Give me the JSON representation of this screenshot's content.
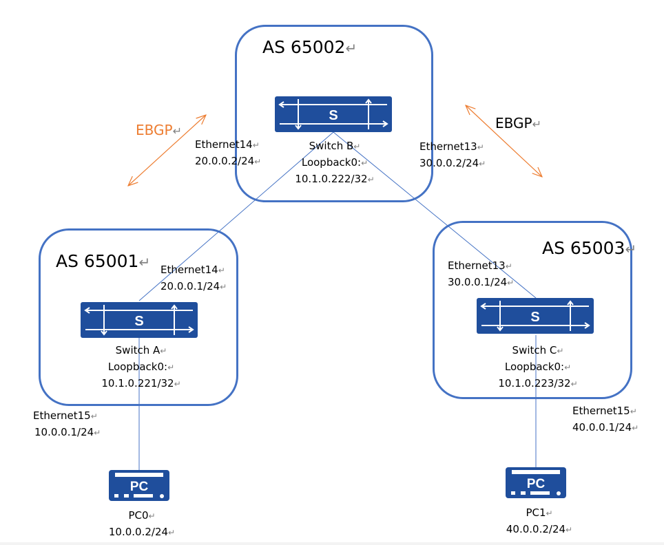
{
  "colors": {
    "as_border": "#4472c4",
    "device_fill": "#1f4e9c",
    "link_line": "#4472c4",
    "ebgp_arrow": "#ed7d31",
    "ebgp_label_left": "#ed7d31",
    "ebgp_label_right": "#000000",
    "paragraph_mark": "#808080"
  },
  "paragraph_mark": "↵",
  "autonomous_systems": [
    {
      "id": "as65002",
      "title": "AS 65002"
    },
    {
      "id": "as65001",
      "title": "AS 65001"
    },
    {
      "id": "as65003",
      "title": "AS 65003"
    }
  ],
  "switches": {
    "b": {
      "icon_letter": "S",
      "name": "Switch  B",
      "loopback_label": "Loopback0:",
      "loopback_ip": "10.1.0.222/32"
    },
    "a": {
      "icon_letter": "S",
      "name": "Switch  A",
      "loopback_label": "Loopback0:",
      "loopback_ip": "10.1.0.221/32"
    },
    "c": {
      "icon_letter": "S",
      "name": "Switch  C",
      "loopback_label": "Loopback0:",
      "loopback_ip": "10.1.0.223/32"
    }
  },
  "interfaces": {
    "b_eth14": {
      "name": "Ethernet14",
      "ip": "20.0.0.2/24"
    },
    "b_eth13": {
      "name": "Ethernet13",
      "ip": "30.0.0.2/24"
    },
    "a_eth14": {
      "name": "Ethernet14",
      "ip": "20.0.0.1/24"
    },
    "c_eth13": {
      "name": "Ethernet13",
      "ip": "30.0.0.1/24"
    },
    "a_eth15": {
      "name": "Ethernet15",
      "ip": "10.0.0.1/24"
    },
    "c_eth15": {
      "name": "Ethernet15",
      "ip": "40.0.0.1/24"
    }
  },
  "pcs": {
    "pc0": {
      "icon_label": "PC",
      "name": "PC0",
      "ip": "10.0.0.2/24"
    },
    "pc1": {
      "icon_label": "PC",
      "name": "PC1",
      "ip": "40.0.0.2/24"
    }
  },
  "ebgp": {
    "left_label": "EBGP",
    "right_label": "EBGP"
  }
}
